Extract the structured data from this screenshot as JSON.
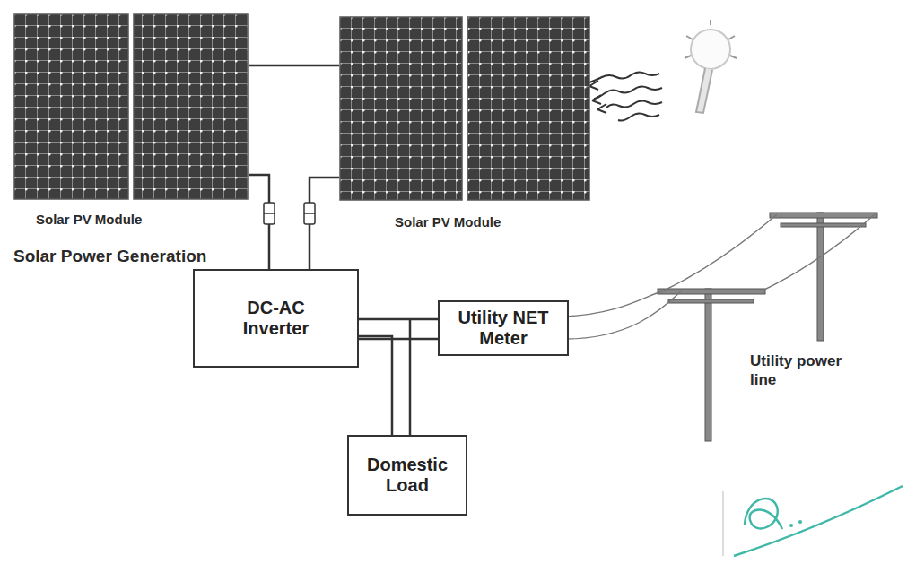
{
  "diagram": {
    "nodes": [
      {
        "text": [
          "Solar PV Module"
        ]
      },
      {
        "text": [
          "Solar PV Module"
        ]
      },
      {
        "text": [
          "DC-AC Inverter"
        ]
      },
      {
        "text": [
          "Utility NET Meter"
        ]
      },
      {
        "text": [
          "Domestic Load"
        ]
      }
    ],
    "edges": [
      {
        "from": 0,
        "to": 1,
        "arrow": "none"
      },
      {
        "from": 0,
        "to": 2,
        "arrow": "none"
      },
      {
        "from": 1,
        "to": 2,
        "arrow": "none"
      },
      {
        "from": 2,
        "to": 3,
        "arrow": "none"
      },
      {
        "from": 2,
        "to": 4,
        "arrow": "none"
      }
    ],
    "labels": [
      "Solar Power Generation",
      "Utility power line"
    ]
  }
}
